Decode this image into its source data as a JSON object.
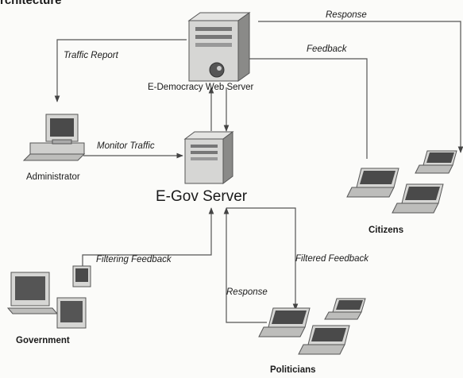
{
  "heading": "rchitecture",
  "nodes": {
    "edemocracy_server": "E-Democracy Web Server",
    "egov_server": "E-Gov Server",
    "administrator": "Administrator",
    "citizens": "Citizens",
    "government": "Government",
    "politicians": "Politicians"
  },
  "flows": {
    "response_top": "Response",
    "traffic_report": "Traffic Report",
    "feedback": "Feedback",
    "monitor_traffic": "Monitor Traffic",
    "filtering_feedback": "Filtering Feedback",
    "filtered_feedback": "Filtered Feedback",
    "response_politicians": "Response"
  },
  "colors": {
    "line": "#555555",
    "device_fill": "#d4d4d2",
    "device_dark": "#7a7a78",
    "screen": "#4a4a4a"
  }
}
